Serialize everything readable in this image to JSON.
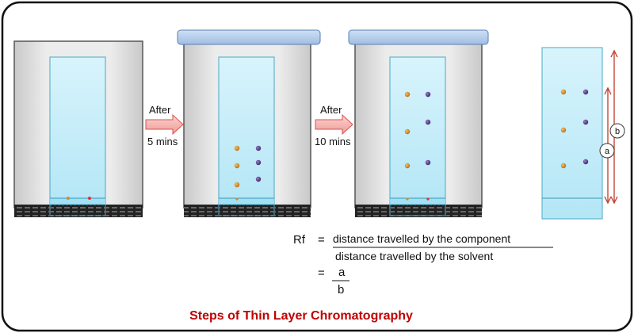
{
  "arrows": [
    {
      "label_top": "After",
      "label_bottom": "5 mins"
    },
    {
      "label_top": "After",
      "label_bottom": "10 mins"
    }
  ],
  "formula": {
    "lhs": "Rf",
    "eq1": "=",
    "numerator": "distance travelled by the component",
    "denominator": "distance travelled by the solvent",
    "eq2": "=",
    "num2": "a",
    "den2": "b"
  },
  "markers": {
    "a": "a",
    "b": "b"
  },
  "title": "Steps of Thin Layer Chromatography",
  "colors": {
    "title": "#c00000",
    "plate": "#c6eefa",
    "plate_border": "#49a9c4",
    "tank": "#e0e0e0",
    "lid": "#b0c9ea",
    "arrow": "#f4b6b2",
    "arrow_border": "#d9534f",
    "spot_orange": "#d88a22",
    "spot_purple": "#5b3b8a",
    "spot_red": "#e03030"
  }
}
